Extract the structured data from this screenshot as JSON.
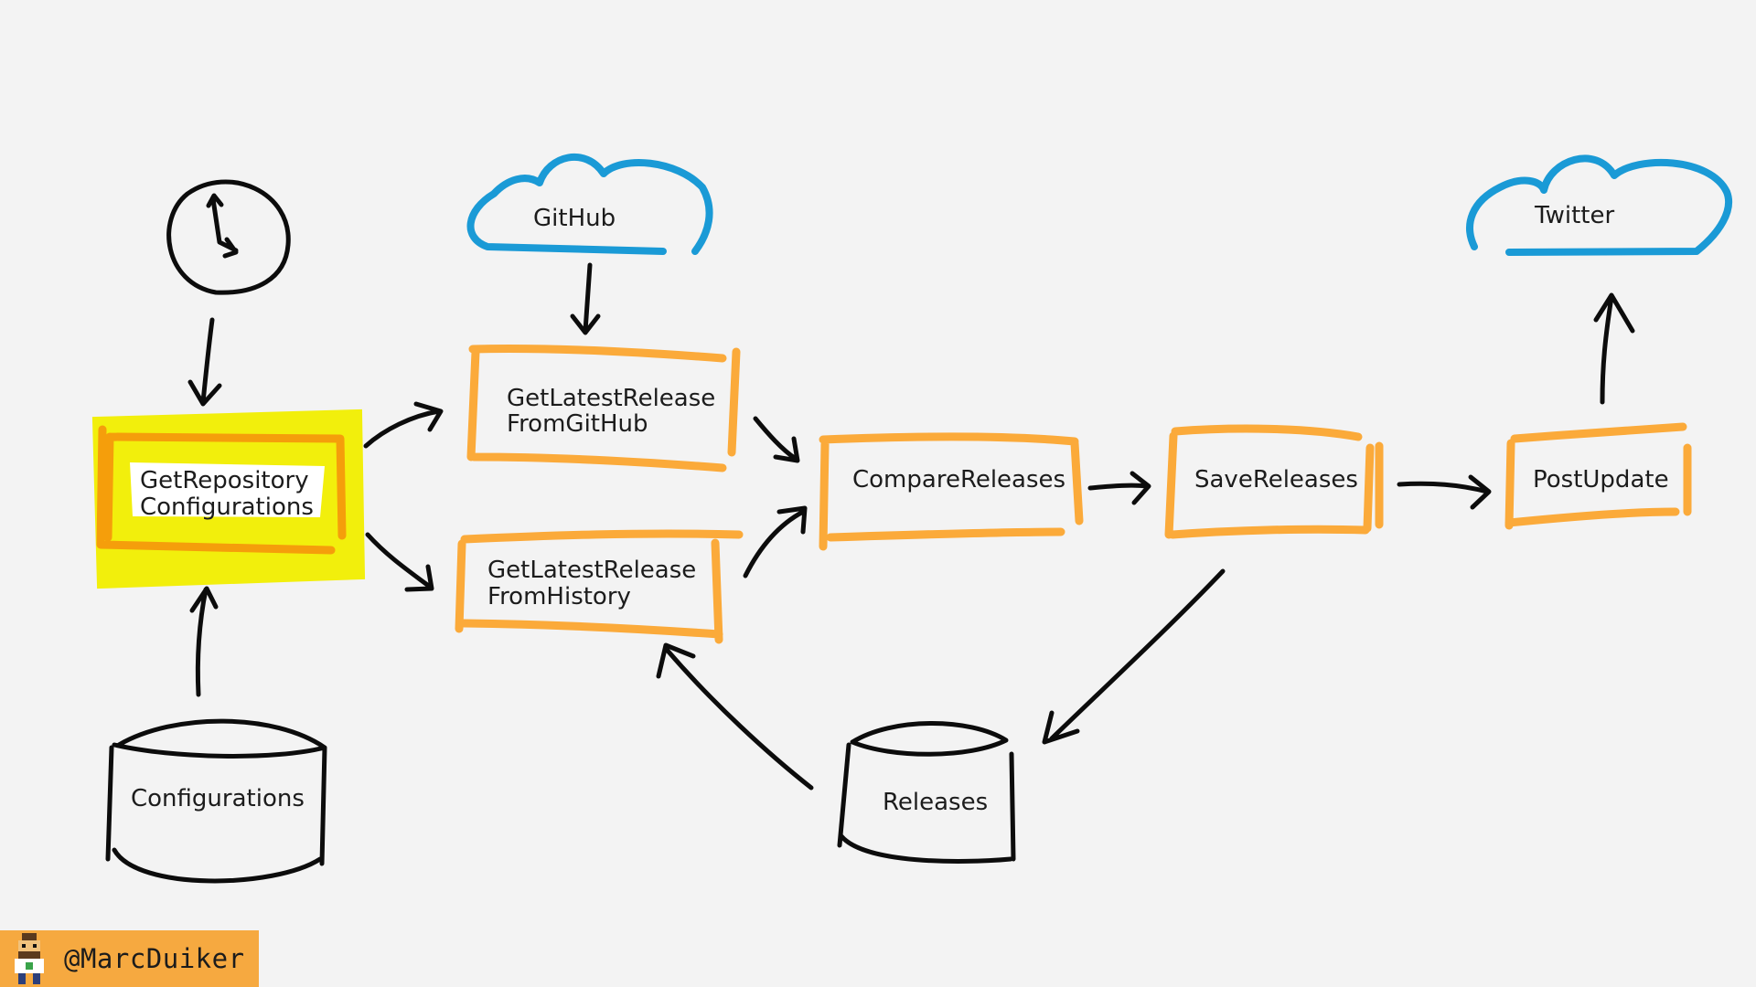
{
  "diagram": {
    "nodes": {
      "timer": {
        "label": ""
      },
      "github": {
        "label": "GitHub"
      },
      "twitter": {
        "label": "Twitter"
      },
      "get_repository_configurations": {
        "line1": "GetRepository",
        "line2": "Configurations"
      },
      "get_latest_release_github": {
        "line1": "GetLatestRelease",
        "line2": "FromGitHub"
      },
      "get_latest_release_history": {
        "line1": "GetLatestRelease",
        "line2": "FromHistory"
      },
      "compare_releases": {
        "label": "CompareReleases"
      },
      "save_releases": {
        "label": "SaveReleases"
      },
      "post_update": {
        "label": "PostUpdate"
      },
      "configurations_store": {
        "label": "Configurations"
      },
      "releases_store": {
        "label": "Releases"
      }
    },
    "colors": {
      "function_box": "#fbaa3a",
      "highlight": "#f2ef0c",
      "cloud": "#1a9ad6",
      "ink": "#0c0c0c",
      "background": "#f3f3f3"
    }
  },
  "footer": {
    "handle": "@MarcDuiker",
    "avatar_icon": "pixel-avatar-icon",
    "badge_color": "#f6a940"
  }
}
